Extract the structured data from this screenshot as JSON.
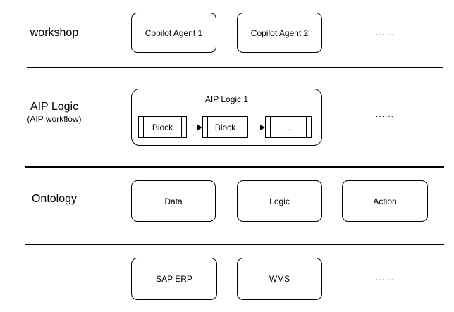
{
  "colors": {
    "stroke": "#000000",
    "background": "#ffffff",
    "text": "#000000"
  },
  "rows": {
    "workshop": {
      "label": "workshop",
      "agent1": "Copilot Agent 1",
      "agent2": "Copilot Agent 2",
      "ellipsis": "......"
    },
    "aip_logic": {
      "label": "AIP Logic",
      "sublabel": "(AIP workflow)",
      "container_title": "AIP Logic 1",
      "block1": "Block",
      "block2": "Block",
      "block3": "...",
      "ellipsis": "......"
    },
    "ontology": {
      "label": "Ontology",
      "data": "Data",
      "logic": "Logic",
      "action": "Action"
    },
    "systems": {
      "sap": "SAP ERP",
      "wms": "WMS",
      "ellipsis": "......"
    }
  }
}
